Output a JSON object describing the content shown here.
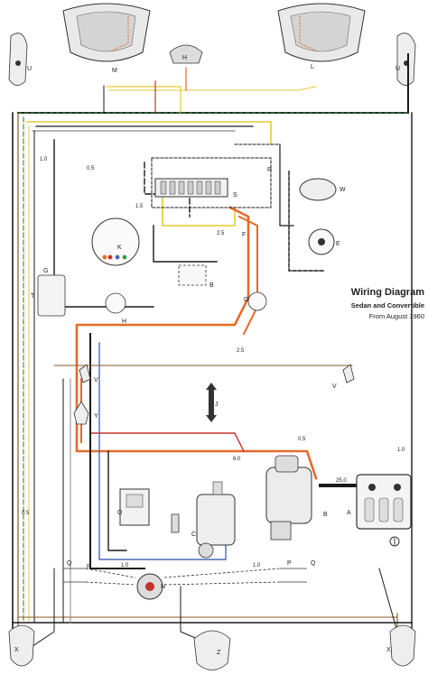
{
  "title": {
    "main": "Wiring Diagram",
    "sub": "Sedan and Convertible",
    "date": "From August 1960"
  },
  "component_letters": {
    "M": "M",
    "L": "L",
    "H": "H",
    "W": "W",
    "E": "E",
    "F": "F",
    "G": "G",
    "T": "T",
    "B": "B",
    "D": "D",
    "K": "K",
    "O": "O",
    "C": "C",
    "N": "N",
    "A": "A",
    "P": "P",
    "Q": "Q",
    "Y": "Y",
    "V": "V",
    "Z": "Z",
    "X": "X",
    "J": "J",
    "U": "U",
    "S": "S",
    "R": "R"
  },
  "wire_gauges": {
    "g05": "0.5",
    "g10": "1.0",
    "g15": "1.5",
    "g25": "2.5",
    "g60": "6.0",
    "g250": "25.0"
  },
  "colors": {
    "black": "#1a1a1a",
    "orange": "#e8692a",
    "red": "#c8322a",
    "yellow": "#e6c832",
    "green": "#3a9a4a",
    "blue": "#4a6ab4",
    "grey": "#8a8a8a",
    "brown": "#8a5a2a",
    "white_stripe": "#ffffff"
  }
}
